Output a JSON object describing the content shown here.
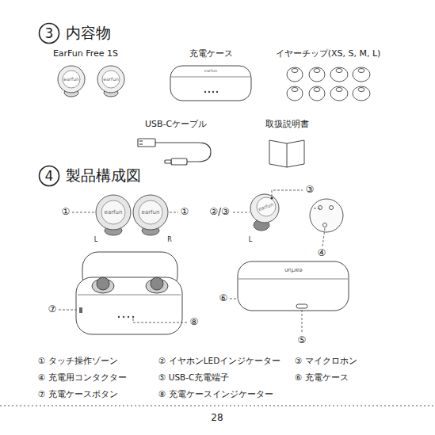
{
  "diagram": {
    "nodes": [
      {
        "text": [
          "3",
          "内容物"
        ]
      },
      {
        "text": [
          "4",
          "製品構成図"
        ]
      }
    ],
    "labels": [
      "EarFun Free 1S",
      "earfun",
      "earfun",
      "earfun",
      "充電ケース",
      "イヤーチップ(XS, S, M, L)",
      "USB-Cケーブル",
      "取扱説明書",
      "①",
      "earfun",
      "earfun",
      "①",
      "L",
      "R",
      "②/③",
      "earfun",
      "L",
      "③",
      "④",
      "⑦",
      "⑧",
      "earfun",
      "⑥",
      "⑤",
      "① タッチ操作ゾーン",
      "② イヤホンLEDインジケーター",
      "③ マイクロホン",
      "④ 充電用コンタクター",
      "⑤ USB-C充電端子",
      "⑥ 充電ケース",
      "⑦ 充電ケースボタン",
      "⑧ 充電ケースインジケーター",
      "28"
    ]
  }
}
